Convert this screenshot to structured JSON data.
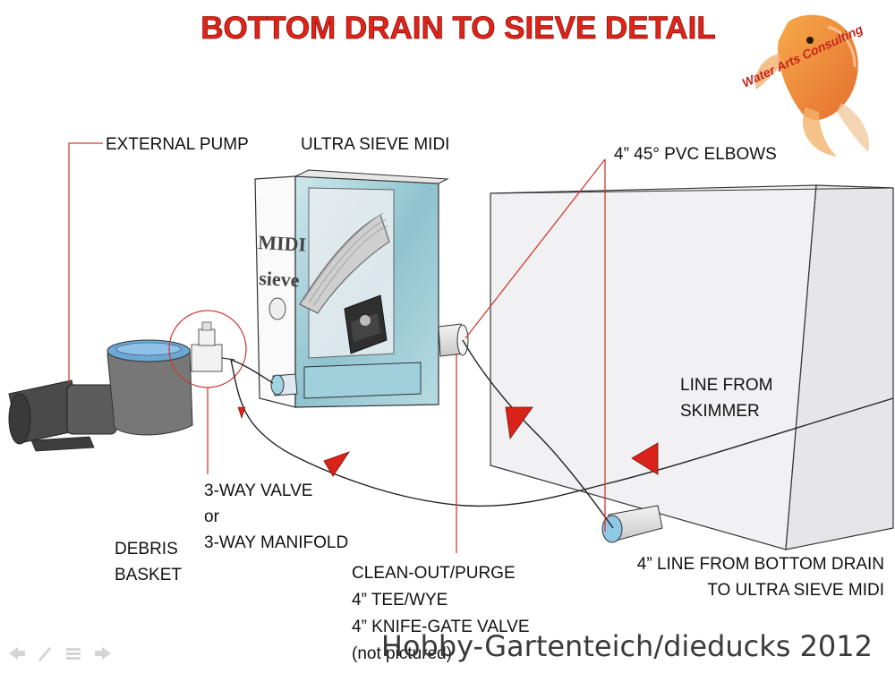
{
  "title": "BOTTOM DRAIN TO SIEVE DETAIL",
  "logo": {
    "text": "Water Arts Consulting"
  },
  "labels": {
    "external_pump": "EXTERNAL PUMP",
    "ultra_sieve": "ULTRA SIEVE MIDI",
    "elbows": "4” 45° PVC ELBOWS",
    "skimmer_line_1": "LINE FROM",
    "skimmer_line_2": "SKIMMER",
    "valve_1": "3-WAY VALVE",
    "valve_2": "or",
    "valve_3": "3-WAY MANIFOLD",
    "debris_1": "DEBRIS",
    "debris_2": "BASKET",
    "cleanout_1": "CLEAN-OUT/PURGE",
    "cleanout_2": "4” TEE/WYE",
    "cleanout_3": "4” KNIFE-GATE VALVE",
    "cleanout_4": "(not pictured)",
    "bottom_drain_1": "4” LINE FROM BOTTOM DRAIN",
    "bottom_drain_2": "TO ULTRA SIEVE MIDI"
  },
  "sieve_text": {
    "line1": "MIDI",
    "line2": "sieve"
  },
  "watermark": "Hobby-Gartenteich/dieducks 2012",
  "colors": {
    "title": "#e0241a",
    "arrow": "#d9231a",
    "leader": "#d23a30",
    "water": "#a9cfd8",
    "pump": "#555555"
  },
  "nav_icons": [
    "arrow-left-icon",
    "pen-icon",
    "menu-icon",
    "arrow-right-icon"
  ]
}
